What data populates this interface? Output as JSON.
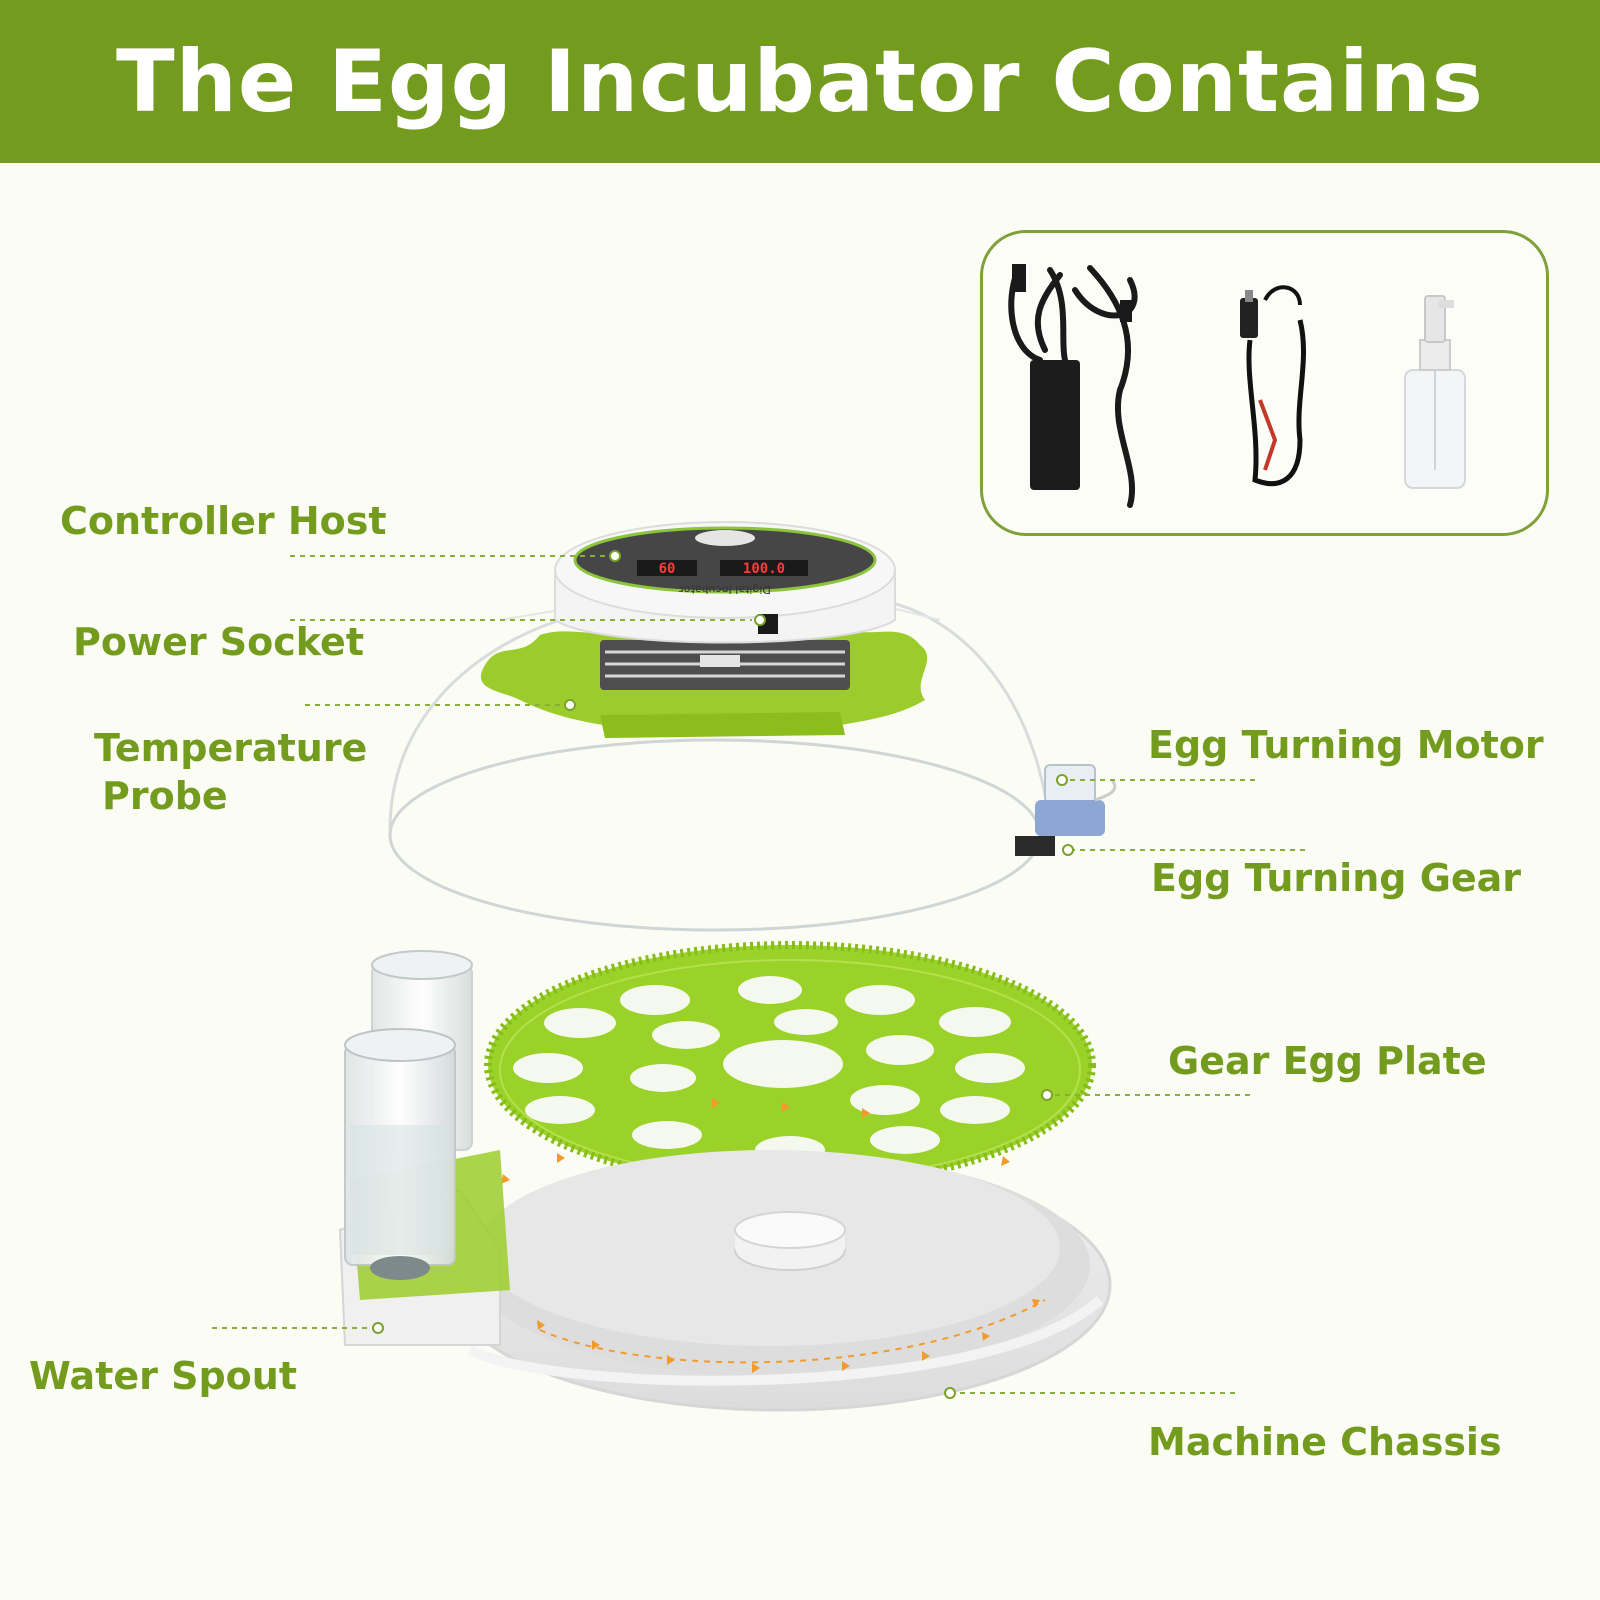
{
  "title": "The Egg Incubator Contains",
  "labels": {
    "controller_host": "Controller Host",
    "power_socket": "Power Socket",
    "temperature_probe_line1": "Temperature",
    "temperature_probe_line2": "Probe",
    "egg_turning_motor": "Egg Turning Motor",
    "egg_turning_gear": "Egg Turning Gear",
    "gear_egg_plate": "Gear Egg Plate",
    "water_spout": "Water Spout",
    "machine_chassis": "Machine Chassis"
  },
  "display": {
    "left_readout": "60",
    "right_readout": "100.0",
    "device_caption": "Digital Incubator"
  },
  "accessories": [
    "power-adapter",
    "battery-clip-cable",
    "spray-bottle"
  ],
  "colors": {
    "brand_green": "#739b1e",
    "lime": "#9ccc2c",
    "background": "#fbfcf3",
    "arrow_orange": "#f39a2c"
  }
}
